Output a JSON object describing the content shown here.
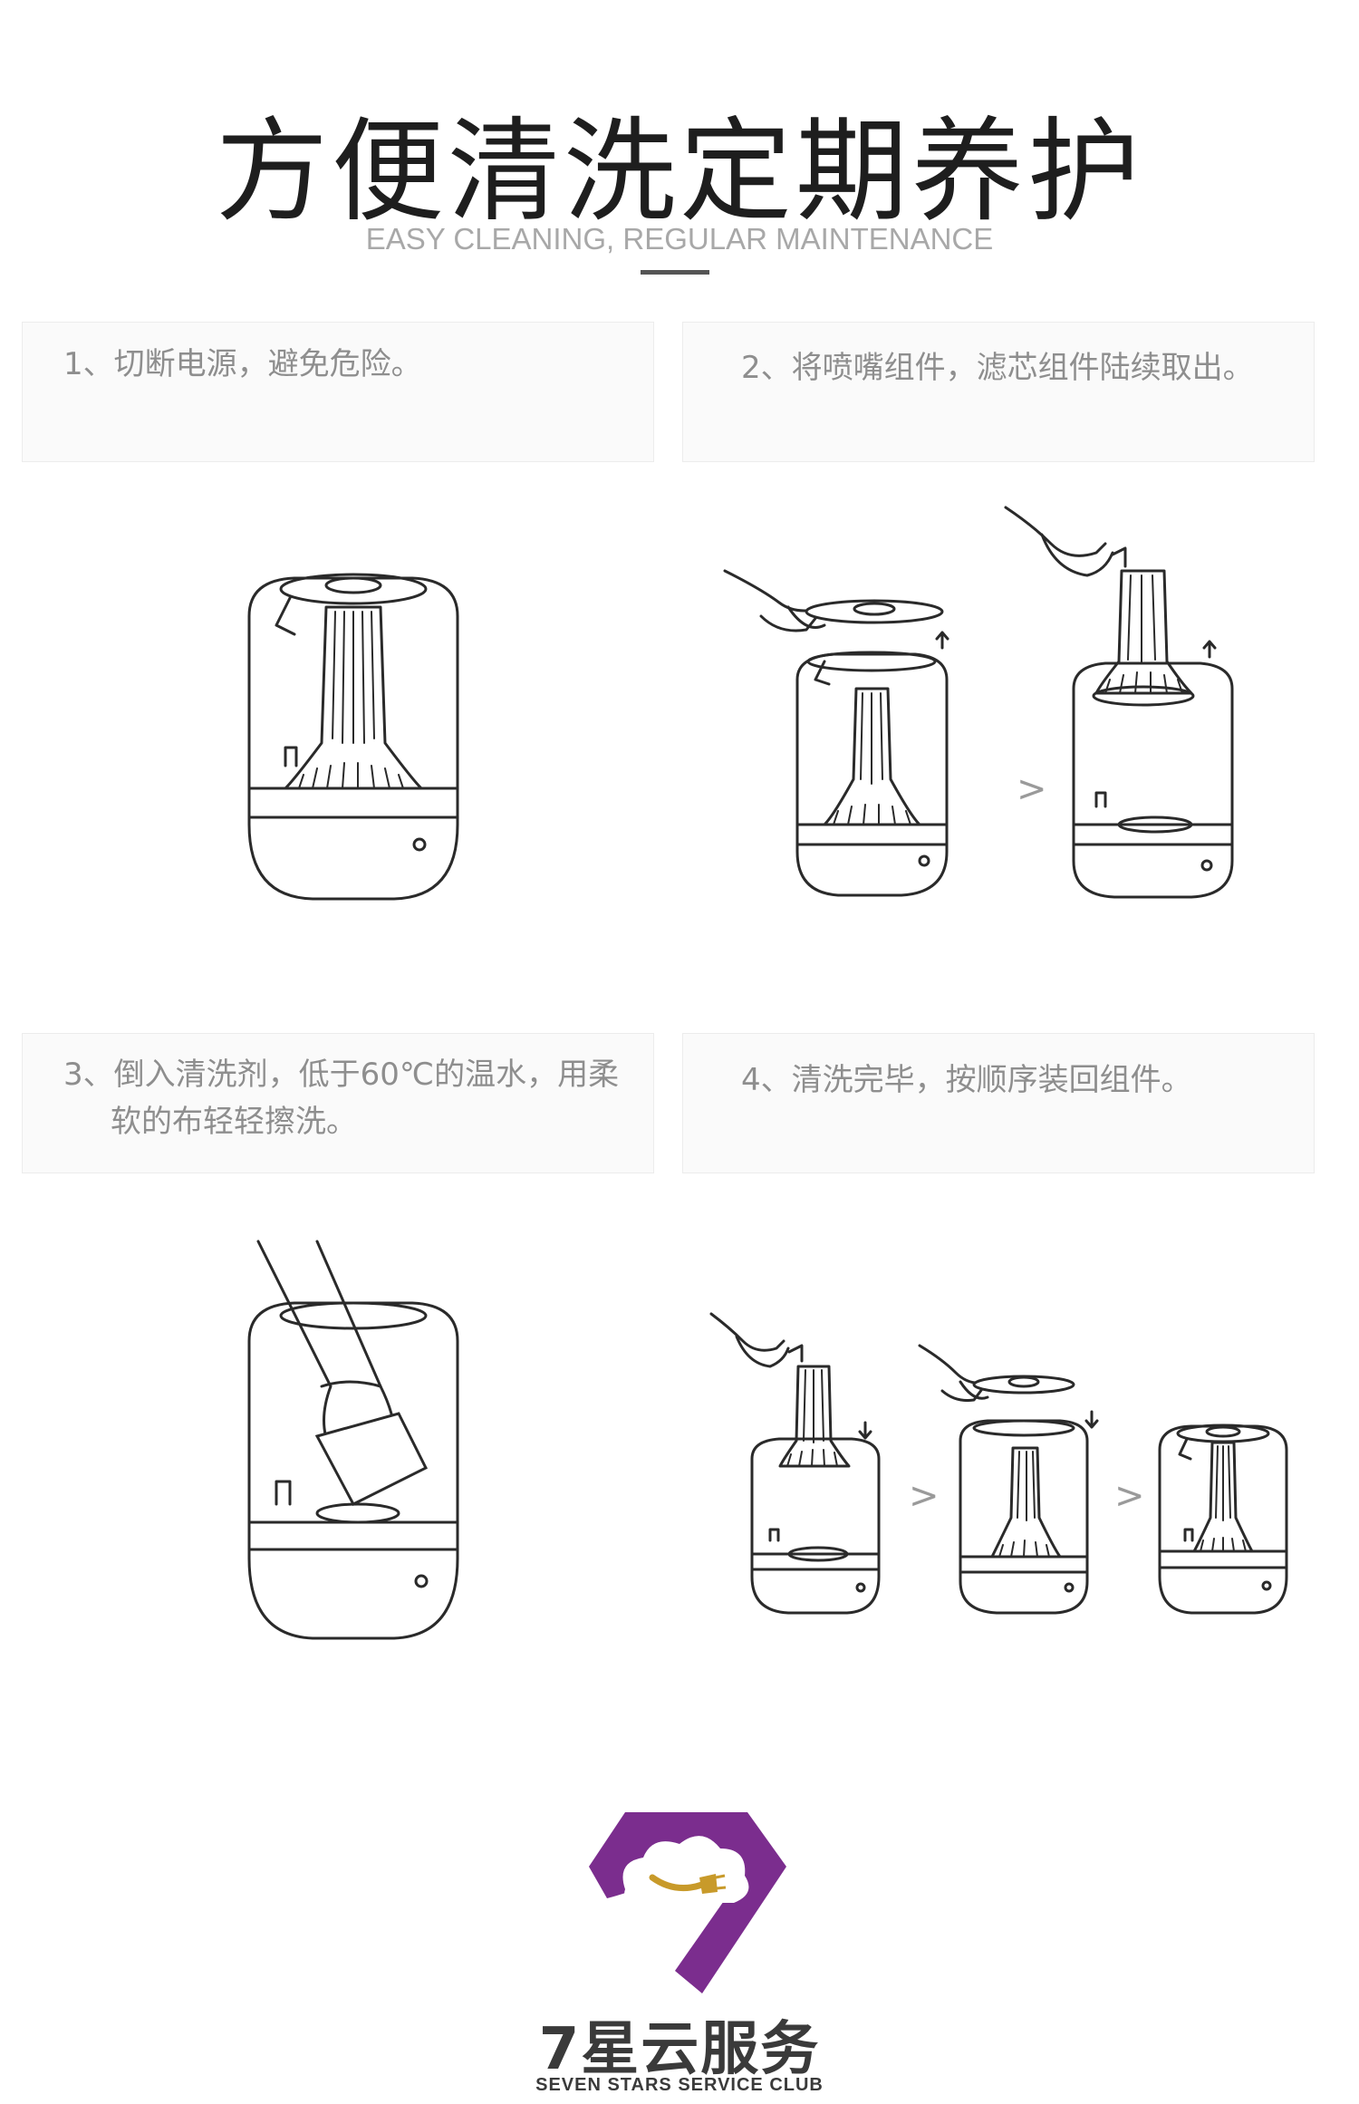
{
  "header": {
    "title": "方便清洗定期养护",
    "subtitle": "EASY CLEANING, REGULAR MAINTENANCE"
  },
  "steps": [
    {
      "line1": "1、切断电源，避免危险。",
      "line2": ""
    },
    {
      "line1": "2、将喷嘴组件，滤芯组件陆续取出。",
      "line2": ""
    },
    {
      "line1": "3、倒入清洗剂，低于60℃的温水，用柔",
      "line2": "软的布轻轻擦洗。"
    },
    {
      "line1": "4、清洗完毕，按顺序装回组件。",
      "line2": ""
    }
  ],
  "separators": {
    "arrow": ">"
  },
  "brand": {
    "name": "7星云服务",
    "name_en": "SEVEN STARS SERVICE CLUB",
    "primary_color": "#7b2d8e",
    "accent_color": "#c89a2a"
  }
}
